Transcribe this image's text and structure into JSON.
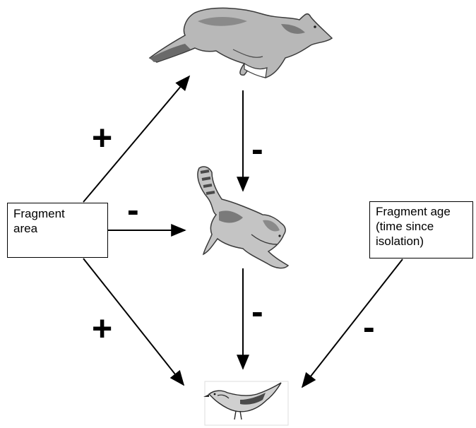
{
  "nodes": {
    "predator": {
      "icon": "coyote-icon"
    },
    "mesopredator": {
      "icon": "cat-icon"
    },
    "prey": {
      "icon": "bird-icon"
    },
    "fragment_area": {
      "lines": [
        "Fragment",
        "area"
      ]
    },
    "fragment_age": {
      "lines": [
        "Fragment age",
        "(time since",
        "isolation)"
      ]
    }
  },
  "edges": [
    {
      "from": "fragment_area",
      "to": "predator",
      "sign": "+"
    },
    {
      "from": "fragment_area",
      "to": "mesopredator",
      "sign": "-"
    },
    {
      "from": "fragment_area",
      "to": "prey",
      "sign": "+"
    },
    {
      "from": "predator",
      "to": "mesopredator",
      "sign": "-"
    },
    {
      "from": "mesopredator",
      "to": "prey",
      "sign": "-"
    },
    {
      "from": "fragment_age",
      "to": "prey",
      "sign": "-"
    }
  ],
  "colors": {
    "ink": "#000000",
    "animal_light": "#cfcfcf",
    "animal_mid": "#9a9a9a",
    "animal_dark": "#4a4a4a"
  }
}
